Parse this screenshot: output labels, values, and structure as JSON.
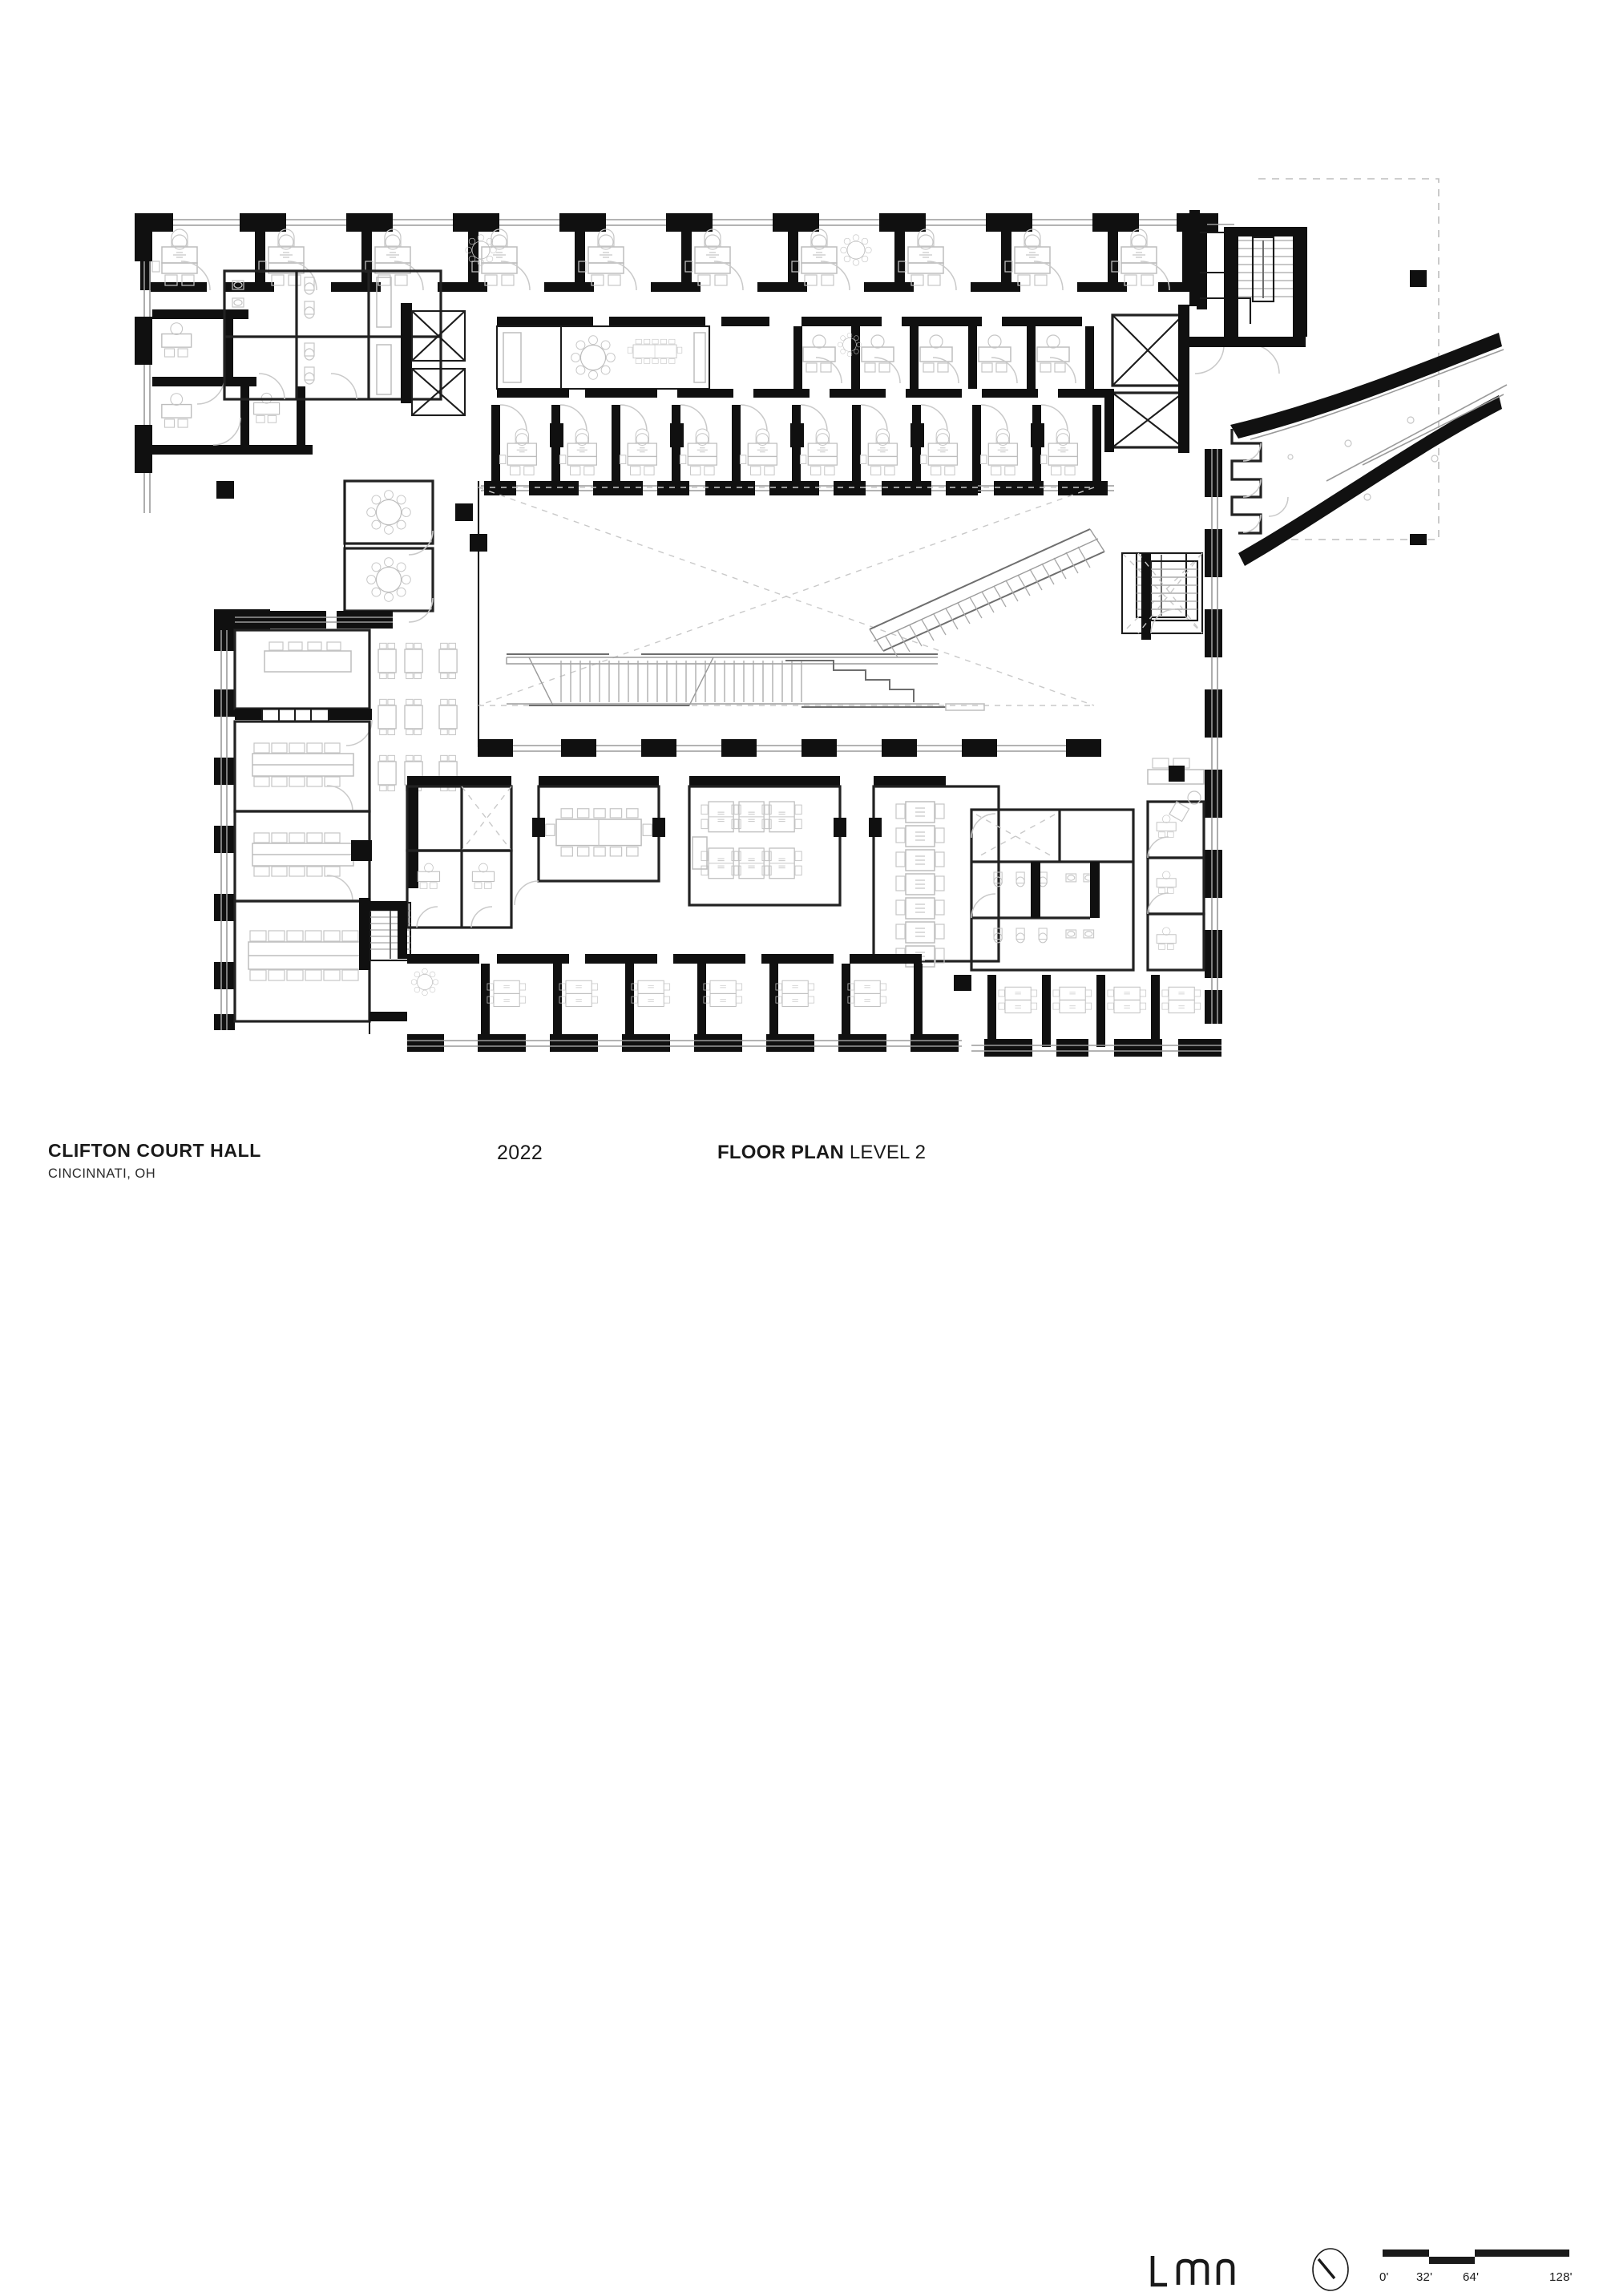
{
  "sheet": {
    "background": "#ffffff",
    "ink": "#1a1a1a"
  },
  "titleblock": {
    "project_name": "CLIFTON COURT HALL",
    "project_location": "CINCINNATI, OH",
    "year": "2022",
    "sheet_title_bold": "FLOOR PLAN",
    "sheet_title_light": " LEVEL 2",
    "firm_logo": "lmn",
    "north_arrow": "north-arrow-icon"
  },
  "scalebar": {
    "units": "feet",
    "ticks": [
      "0'",
      "32'",
      "64'",
      "128'"
    ],
    "segments": [
      {
        "from": "0'",
        "to": "32'",
        "row": "top"
      },
      {
        "from": "32'",
        "to": "64'",
        "row": "bottom"
      },
      {
        "from": "64'",
        "to": "128'",
        "row": "top"
      }
    ]
  },
  "drawing": {
    "type": "architectural-floor-plan",
    "level": "Level 2",
    "line_weights": {
      "poche_wall": "#101010",
      "partition": "#1c1c1c",
      "furniture": "#b9b9b9",
      "glazing": "#8a8a8a",
      "dashed_overhead": "#b0b0b0"
    },
    "zones": [
      {
        "name": "north-office-wing",
        "description": "double-loaded corridor of private offices along the north facade"
      },
      {
        "name": "northwest-support-core",
        "description": "restrooms, small offices and service rooms"
      },
      {
        "name": "west-classroom-wing",
        "description": "tiered classrooms and seminar rooms"
      },
      {
        "name": "central-atrium",
        "description": "open atrium void with monumental stair and diagonal feeder stair"
      },
      {
        "name": "south-teaching-wing",
        "description": "conference rooms, computer labs and shared offices"
      },
      {
        "name": "east-core",
        "description": "elevator bank, exit stair and skybridge connection"
      },
      {
        "name": "skybridge",
        "description": "angled pedestrian bridge to adjacent building"
      },
      {
        "name": "adjacent-building-outline",
        "description": "dashed rectangle indicating neighbouring structure"
      }
    ]
  }
}
